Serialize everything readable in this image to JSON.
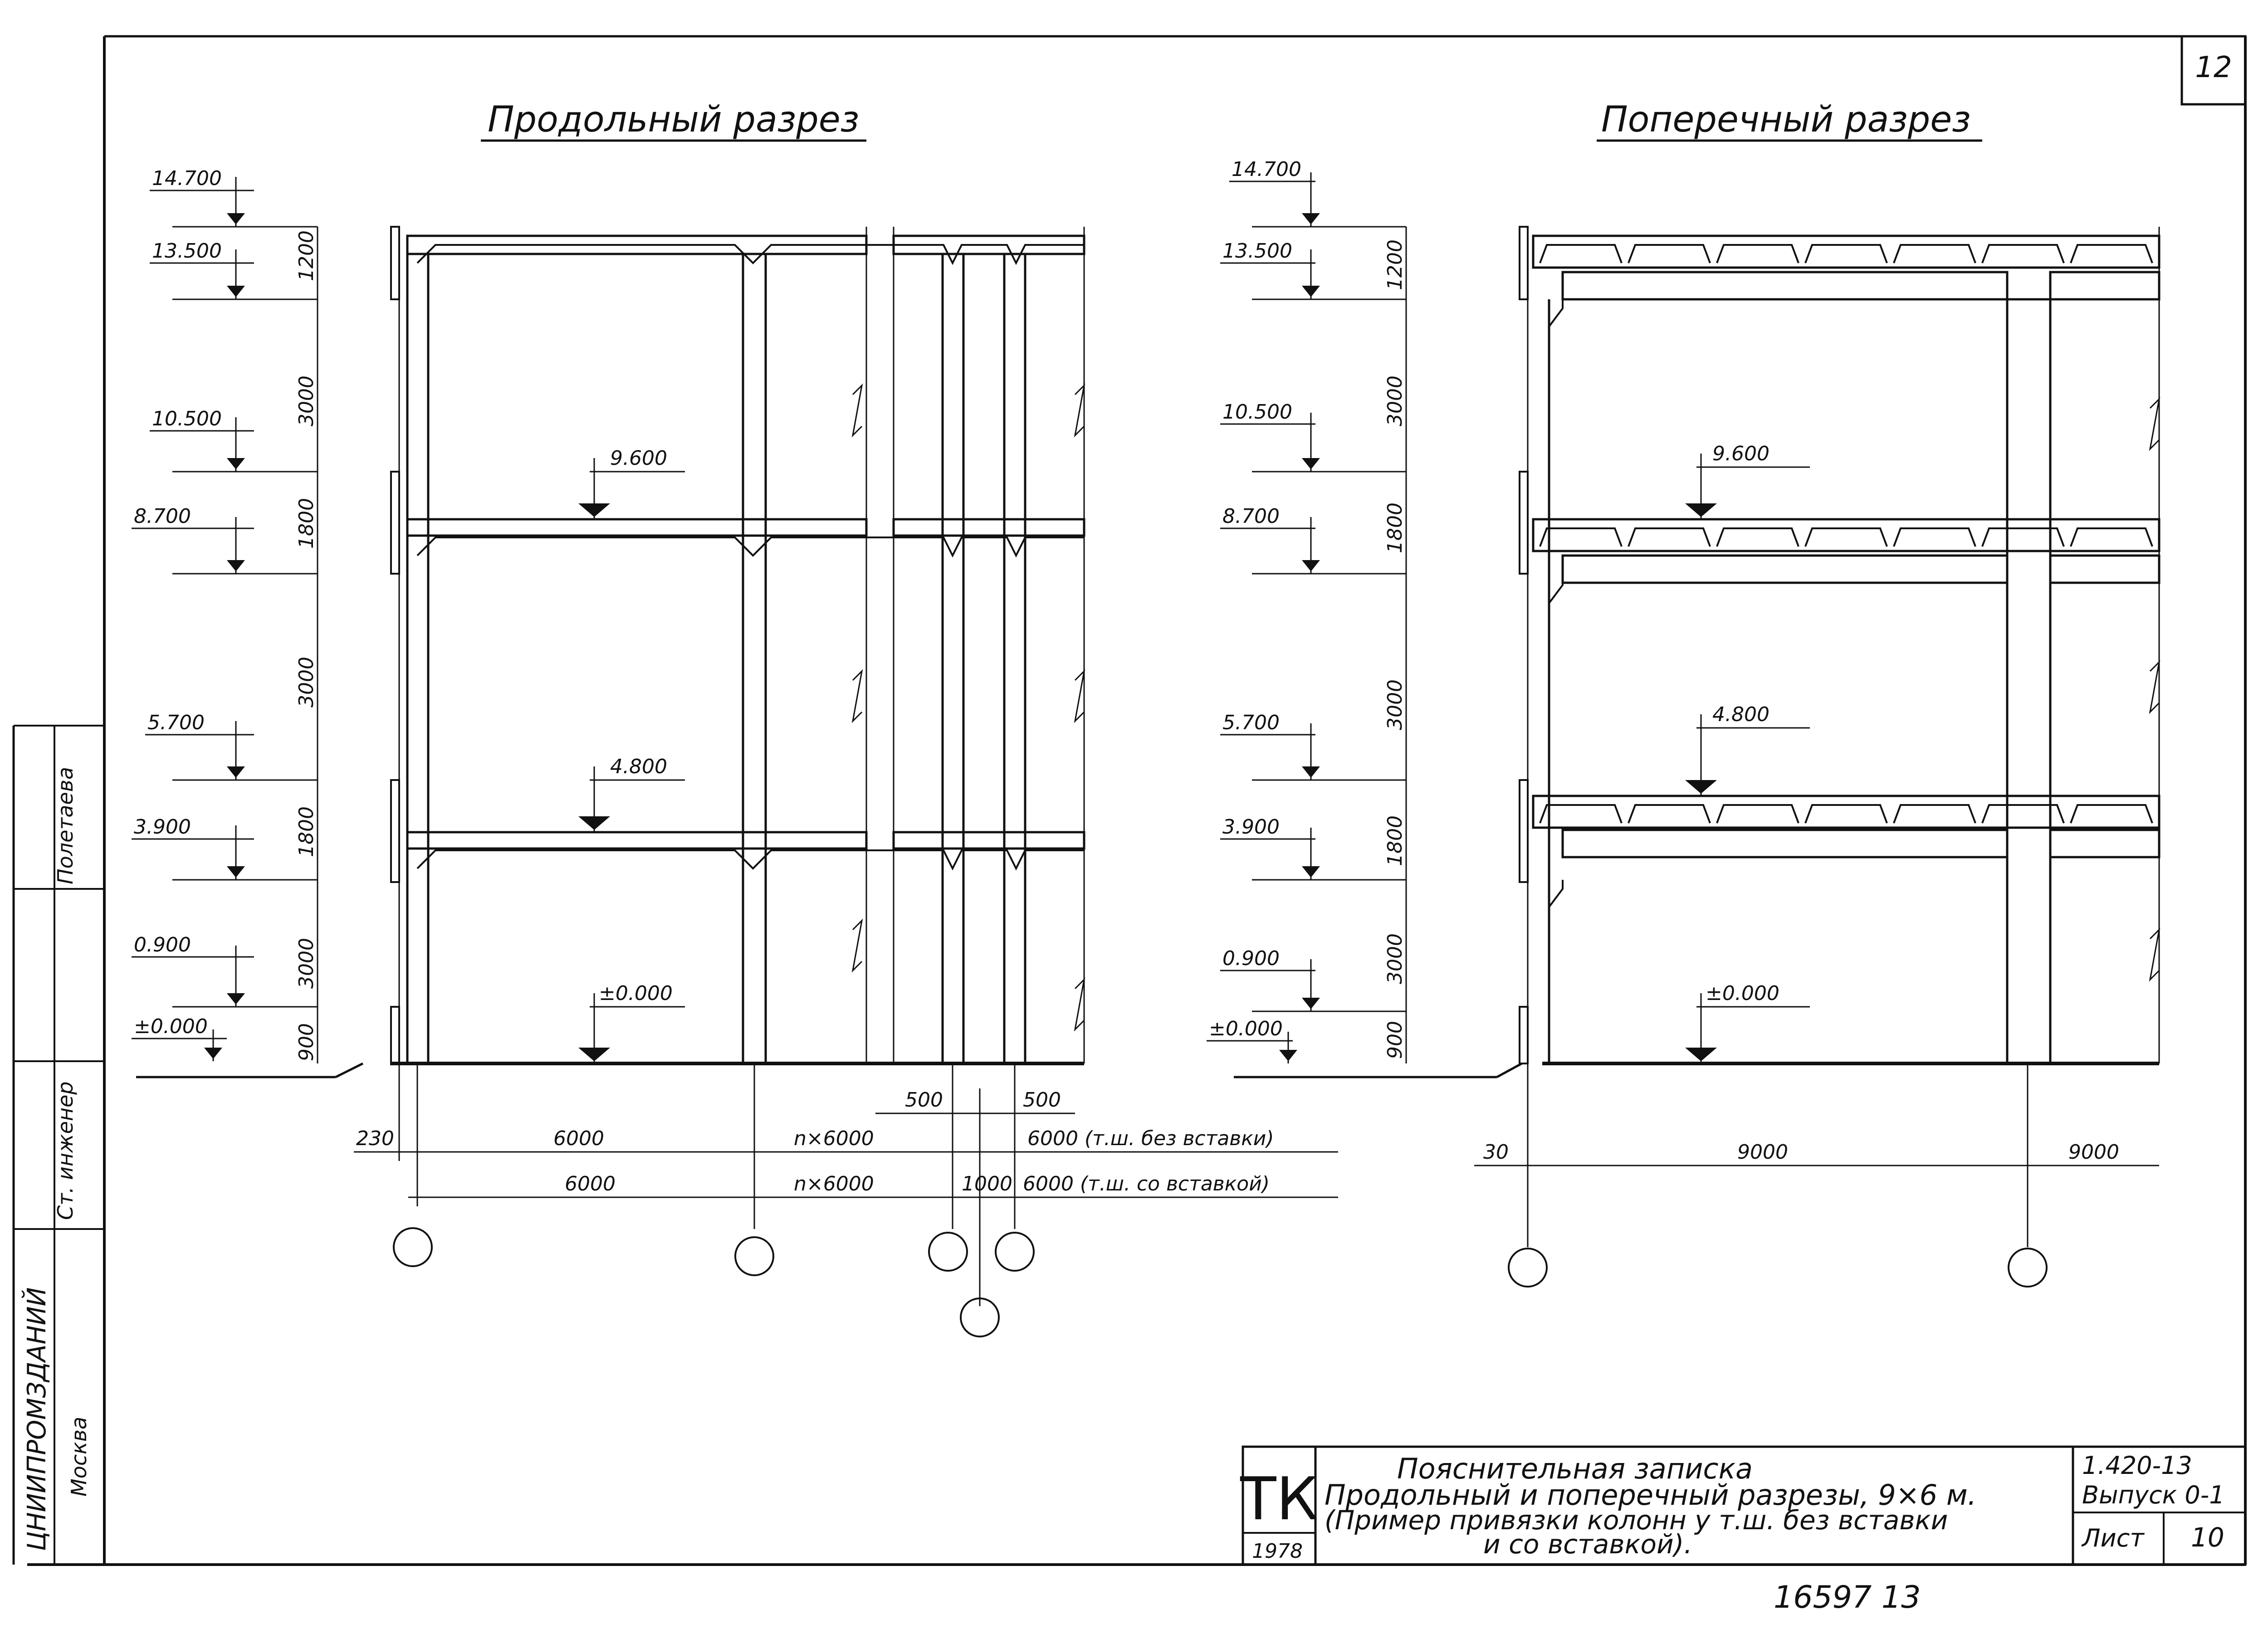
{
  "sheet": {
    "page_number": "12",
    "bottom_stamp": "16597   13"
  },
  "longitudinal": {
    "title": "Продольный   разрез",
    "levels": [
      "14.700",
      "13.500",
      "10.500",
      "8.700",
      "5.700",
      "3.900",
      "0.900",
      "±0.000"
    ],
    "heights": [
      "1200",
      "3000",
      "1800",
      "3000",
      "1800",
      "3000",
      "900"
    ],
    "inner_levels": [
      "9.600",
      "4.800",
      "±0.000"
    ],
    "dims_row1": [
      "230",
      "6000",
      "n×6000",
      "500",
      "500",
      "6000 (т.ш. без вставки)"
    ],
    "dims_row2": [
      "6000",
      "n×6000",
      "1000",
      "6000 (т.ш. со вставкой)"
    ]
  },
  "transverse": {
    "title": "Поперечный   разрез",
    "levels": [
      "14.700",
      "13.500",
      "10.500",
      "8.700",
      "5.700",
      "3.900",
      "0.900",
      "±0.000"
    ],
    "heights": [
      "1200",
      "3000",
      "1800",
      "3000",
      "1800",
      "3000",
      "900"
    ],
    "inner_levels": [
      "9.600",
      "4.800",
      "±0.000"
    ],
    "dims": [
      "30",
      "9000",
      "9000"
    ]
  },
  "side_stamp": {
    "row1": "Полетаева",
    "row2": "Ст. инженер",
    "org": "ЦНИИПРОМЗДАНИЙ",
    "city": "Москва"
  },
  "title_block": {
    "logo": "ТК",
    "year": "1978",
    "line1": "Пояснительная   записка",
    "line2": "Продольный и поперечный разрезы, 9×6 м.",
    "line3": "(Пример привязки колонн у т.ш. без вставки",
    "line4": "и со вставкой).",
    "code": "1.420-13",
    "issue": "Выпуск 0-1",
    "sheet_label": "Лист",
    "sheet_no": "10"
  }
}
